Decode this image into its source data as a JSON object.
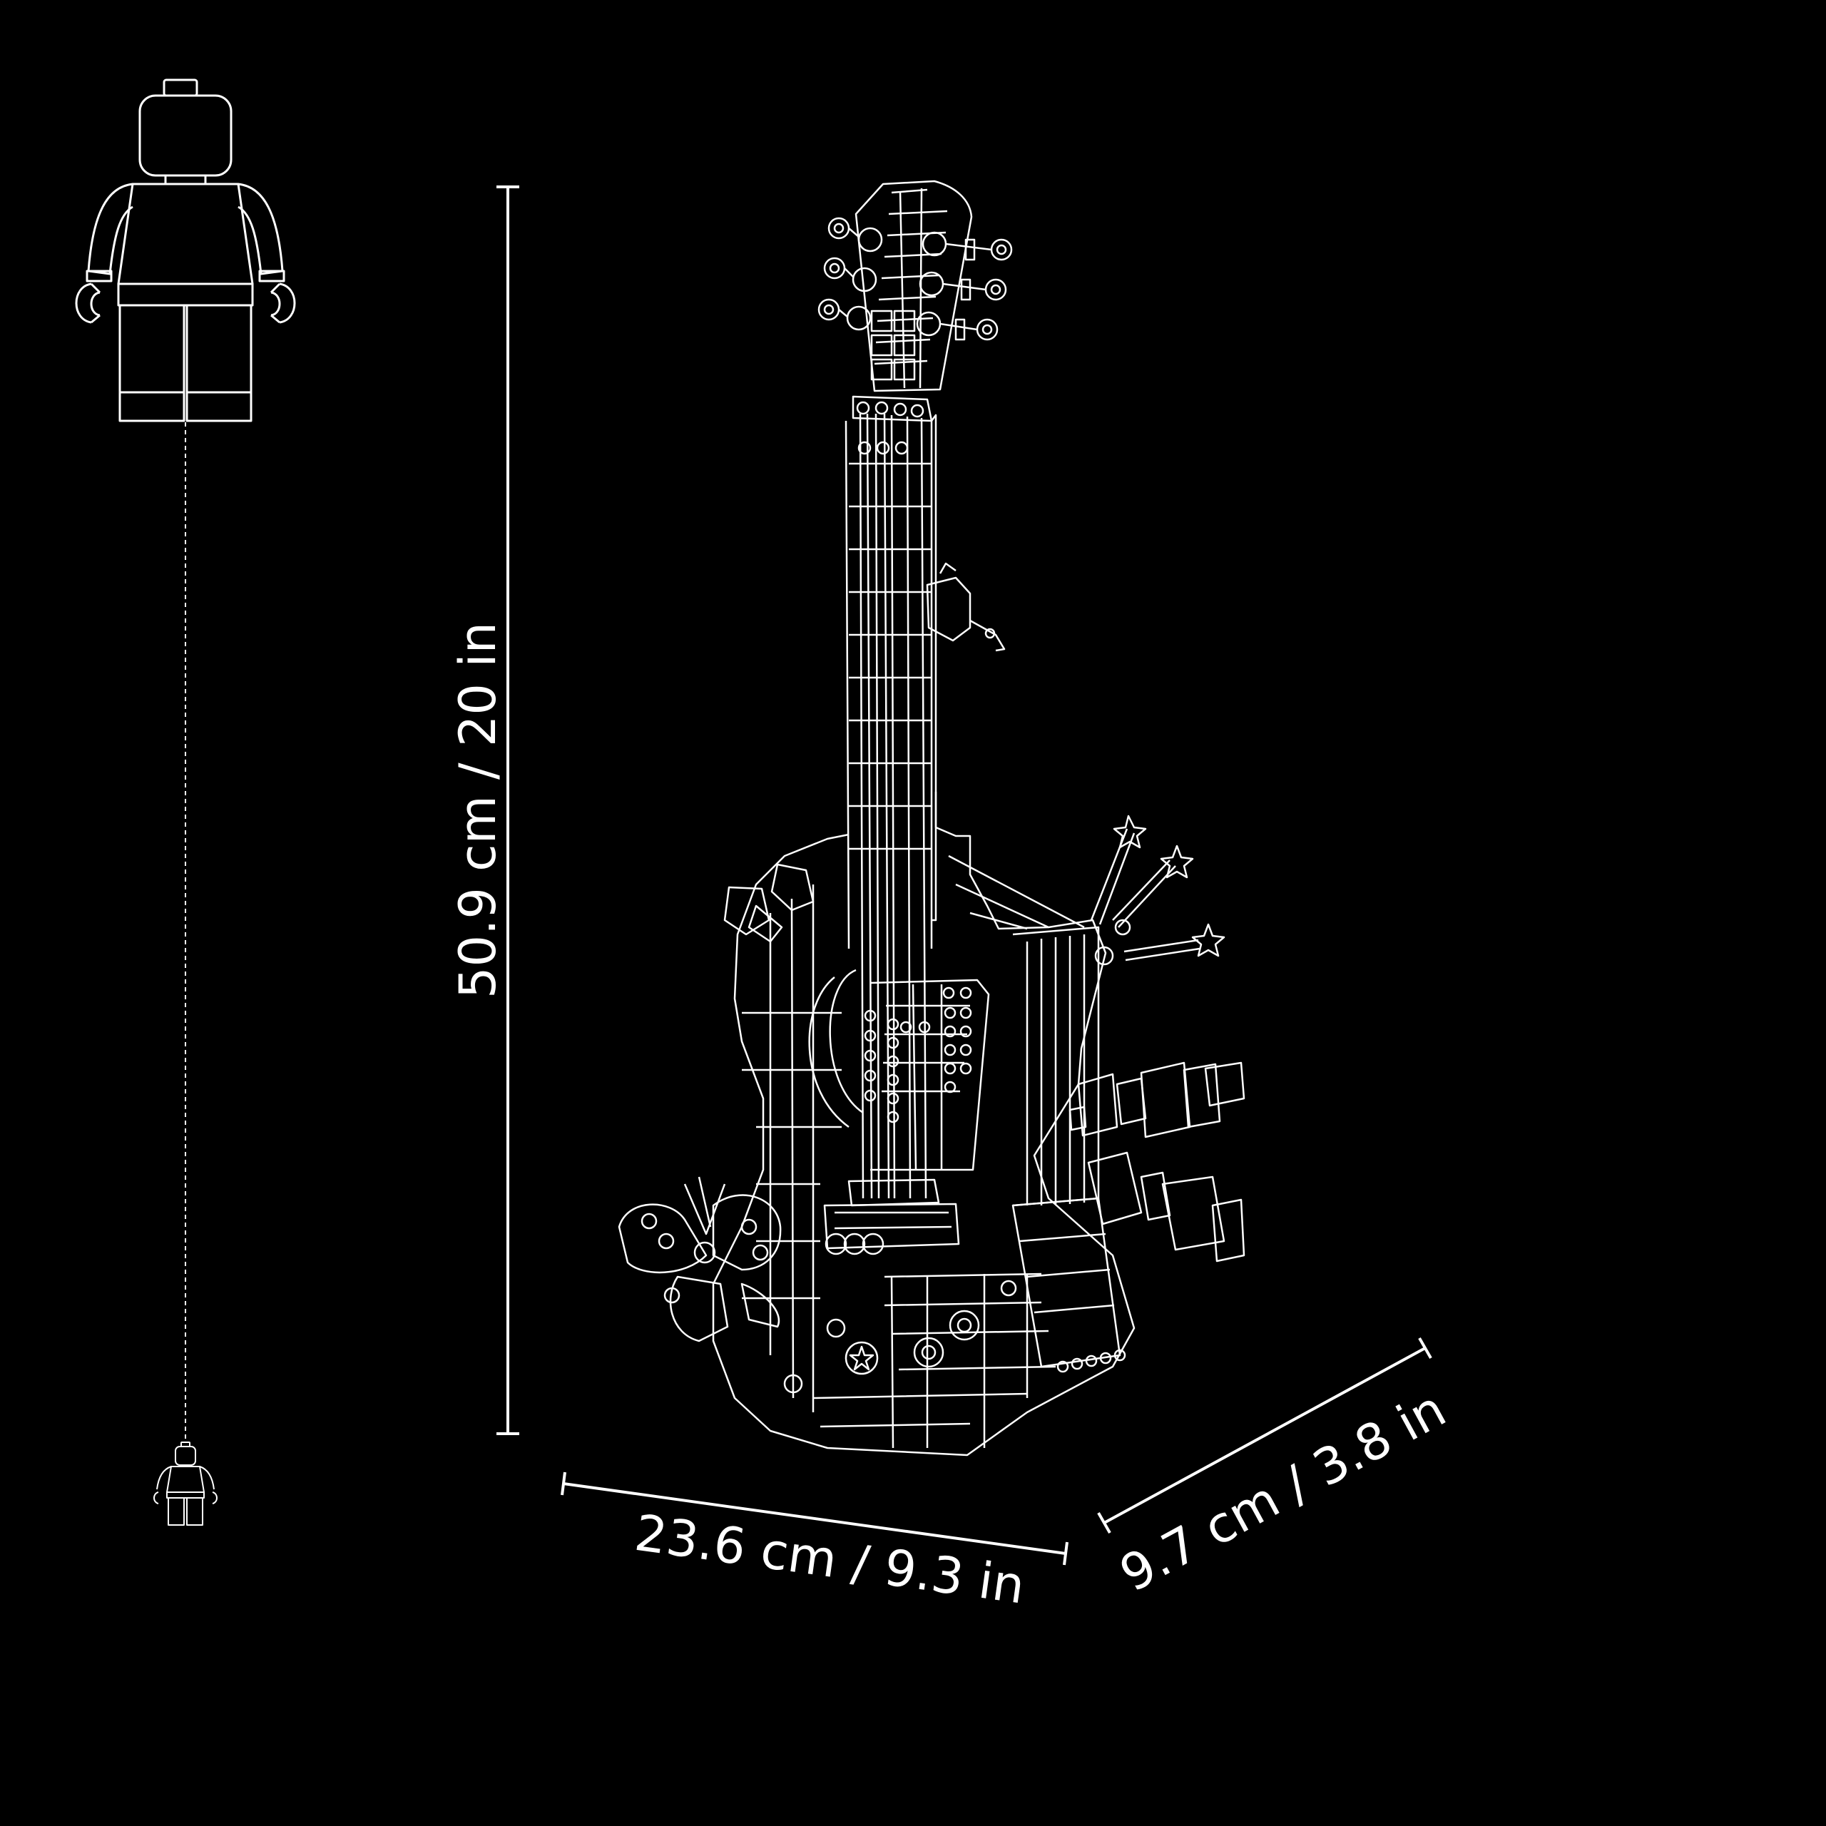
{
  "colors": {
    "background": "#000000",
    "line": "#ffffff"
  },
  "dimensions": {
    "height": "50.9 cm / 20 in",
    "width": "23.6 cm / 9.3 in",
    "depth": "9.7 cm / 3.8 in"
  },
  "icons": {
    "scale_figure_large": "minifigure-outline-icon",
    "scale_figure_small": "minifigure-small-icon",
    "model": "guitar-line-drawing"
  }
}
